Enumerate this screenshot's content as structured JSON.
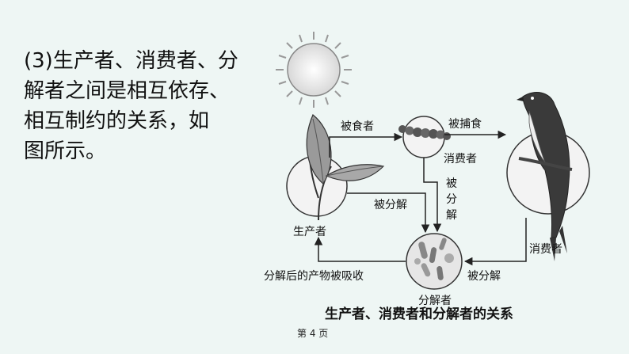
{
  "text": {
    "paragraph": "(3)生产者、消费者、分\n解者之间是相互依存、\n相互制约的关系，如\n图所示。"
  },
  "diagram": {
    "caption": "生产者、消费者和分解者的关系",
    "nodes": {
      "producer": "生产者",
      "consumer1": "消费者",
      "consumer2": "消费者",
      "decomposer": "分解者"
    },
    "arrows": {
      "eaten": "被食者",
      "caught": "被捕食",
      "decomposed_vertical": [
        "被",
        "分",
        "解"
      ],
      "decomposed_producer": "被分解",
      "decomposed_bird": "被分解",
      "absorbed": "分解后的产物被吸收"
    }
  },
  "footer": {
    "page": "第 4 页"
  }
}
